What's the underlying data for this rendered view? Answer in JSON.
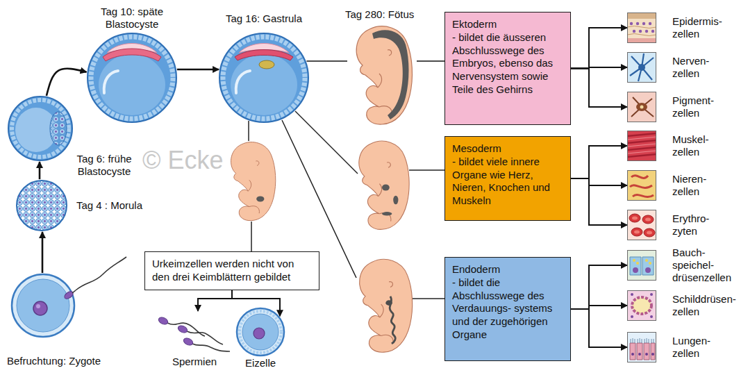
{
  "diagram": {
    "nodes": [
      {
        "text": [
          "Befruchtung: Zygote"
        ]
      },
      {
        "text": [
          "Tag 4 : Morula"
        ]
      },
      {
        "text": [
          "Tag 6: frühe Blastocyste"
        ]
      },
      {
        "text": [
          "Tag 10: späte Blastocyste"
        ]
      },
      {
        "text": [
          "Tag 16: Gastrula"
        ]
      },
      {
        "text": [
          "Urkeimzellen werden nicht von den drei Keimblättern gebildet"
        ]
      },
      {
        "text": [
          "Spermien"
        ]
      },
      {
        "text": [
          "Eizelle"
        ]
      },
      {
        "text": [
          "Tag 280: Fötus"
        ]
      },
      {
        "text": [
          "Ektoderm",
          "- bildet die äusseren Abschlusswege des Embryos, ebenso das Nervensystem sowie Teile des Gehirns"
        ]
      },
      {
        "text": [
          "Epidermis- zellen"
        ]
      },
      {
        "text": [
          "Nerven- zellen"
        ]
      },
      {
        "text": [
          "Pigment- zellen"
        ]
      },
      {
        "text": [
          "Mesoderm",
          "- bildet viele innere Organe wie Herz, Nieren, Knochen und Muskeln"
        ]
      },
      {
        "text": [
          "Muskel- zellen"
        ]
      },
      {
        "text": [
          "Nieren- zellen"
        ]
      },
      {
        "text": [
          "Erythro- zyten"
        ]
      },
      {
        "text": [
          "Endoderm",
          "- bildet die Abschlusswege des Verdauungs- systems und der zugehörigen Organe"
        ]
      },
      {
        "text": [
          "Bauch- speichel- drüsenzellen"
        ]
      },
      {
        "text": [
          "Schilddrüsen- zellen"
        ]
      },
      {
        "text": [
          "Lungen- zellen"
        ]
      }
    ],
    "edges": [
      {
        "from": 0,
        "to": 1,
        "arrow": "to"
      },
      {
        "from": 1,
        "to": 2,
        "arrow": "to"
      },
      {
        "from": 2,
        "to": 3,
        "arrow": "to"
      },
      {
        "from": 3,
        "to": 4,
        "arrow": "to"
      },
      {
        "from": 4,
        "to": 8,
        "arrow": "none"
      },
      {
        "from": 8,
        "to": 9,
        "arrow": "none"
      },
      {
        "from": 5,
        "to": 6,
        "arrow": "to"
      },
      {
        "from": 5,
        "to": 7,
        "arrow": "to"
      },
      {
        "from": 9,
        "to": 10,
        "arrow": "to"
      },
      {
        "from": 9,
        "to": 11,
        "arrow": "to"
      },
      {
        "from": 9,
        "to": 12,
        "arrow": "to"
      },
      {
        "from": 13,
        "to": 14,
        "arrow": "to"
      },
      {
        "from": 13,
        "to": 15,
        "arrow": "to"
      },
      {
        "from": 13,
        "to": 16,
        "arrow": "to"
      },
      {
        "from": 17,
        "to": 18,
        "arrow": "to"
      },
      {
        "from": 17,
        "to": 19,
        "arrow": "to"
      },
      {
        "from": 17,
        "to": 20,
        "arrow": "to"
      }
    ],
    "labels": [
      "© Ecke"
    ]
  }
}
